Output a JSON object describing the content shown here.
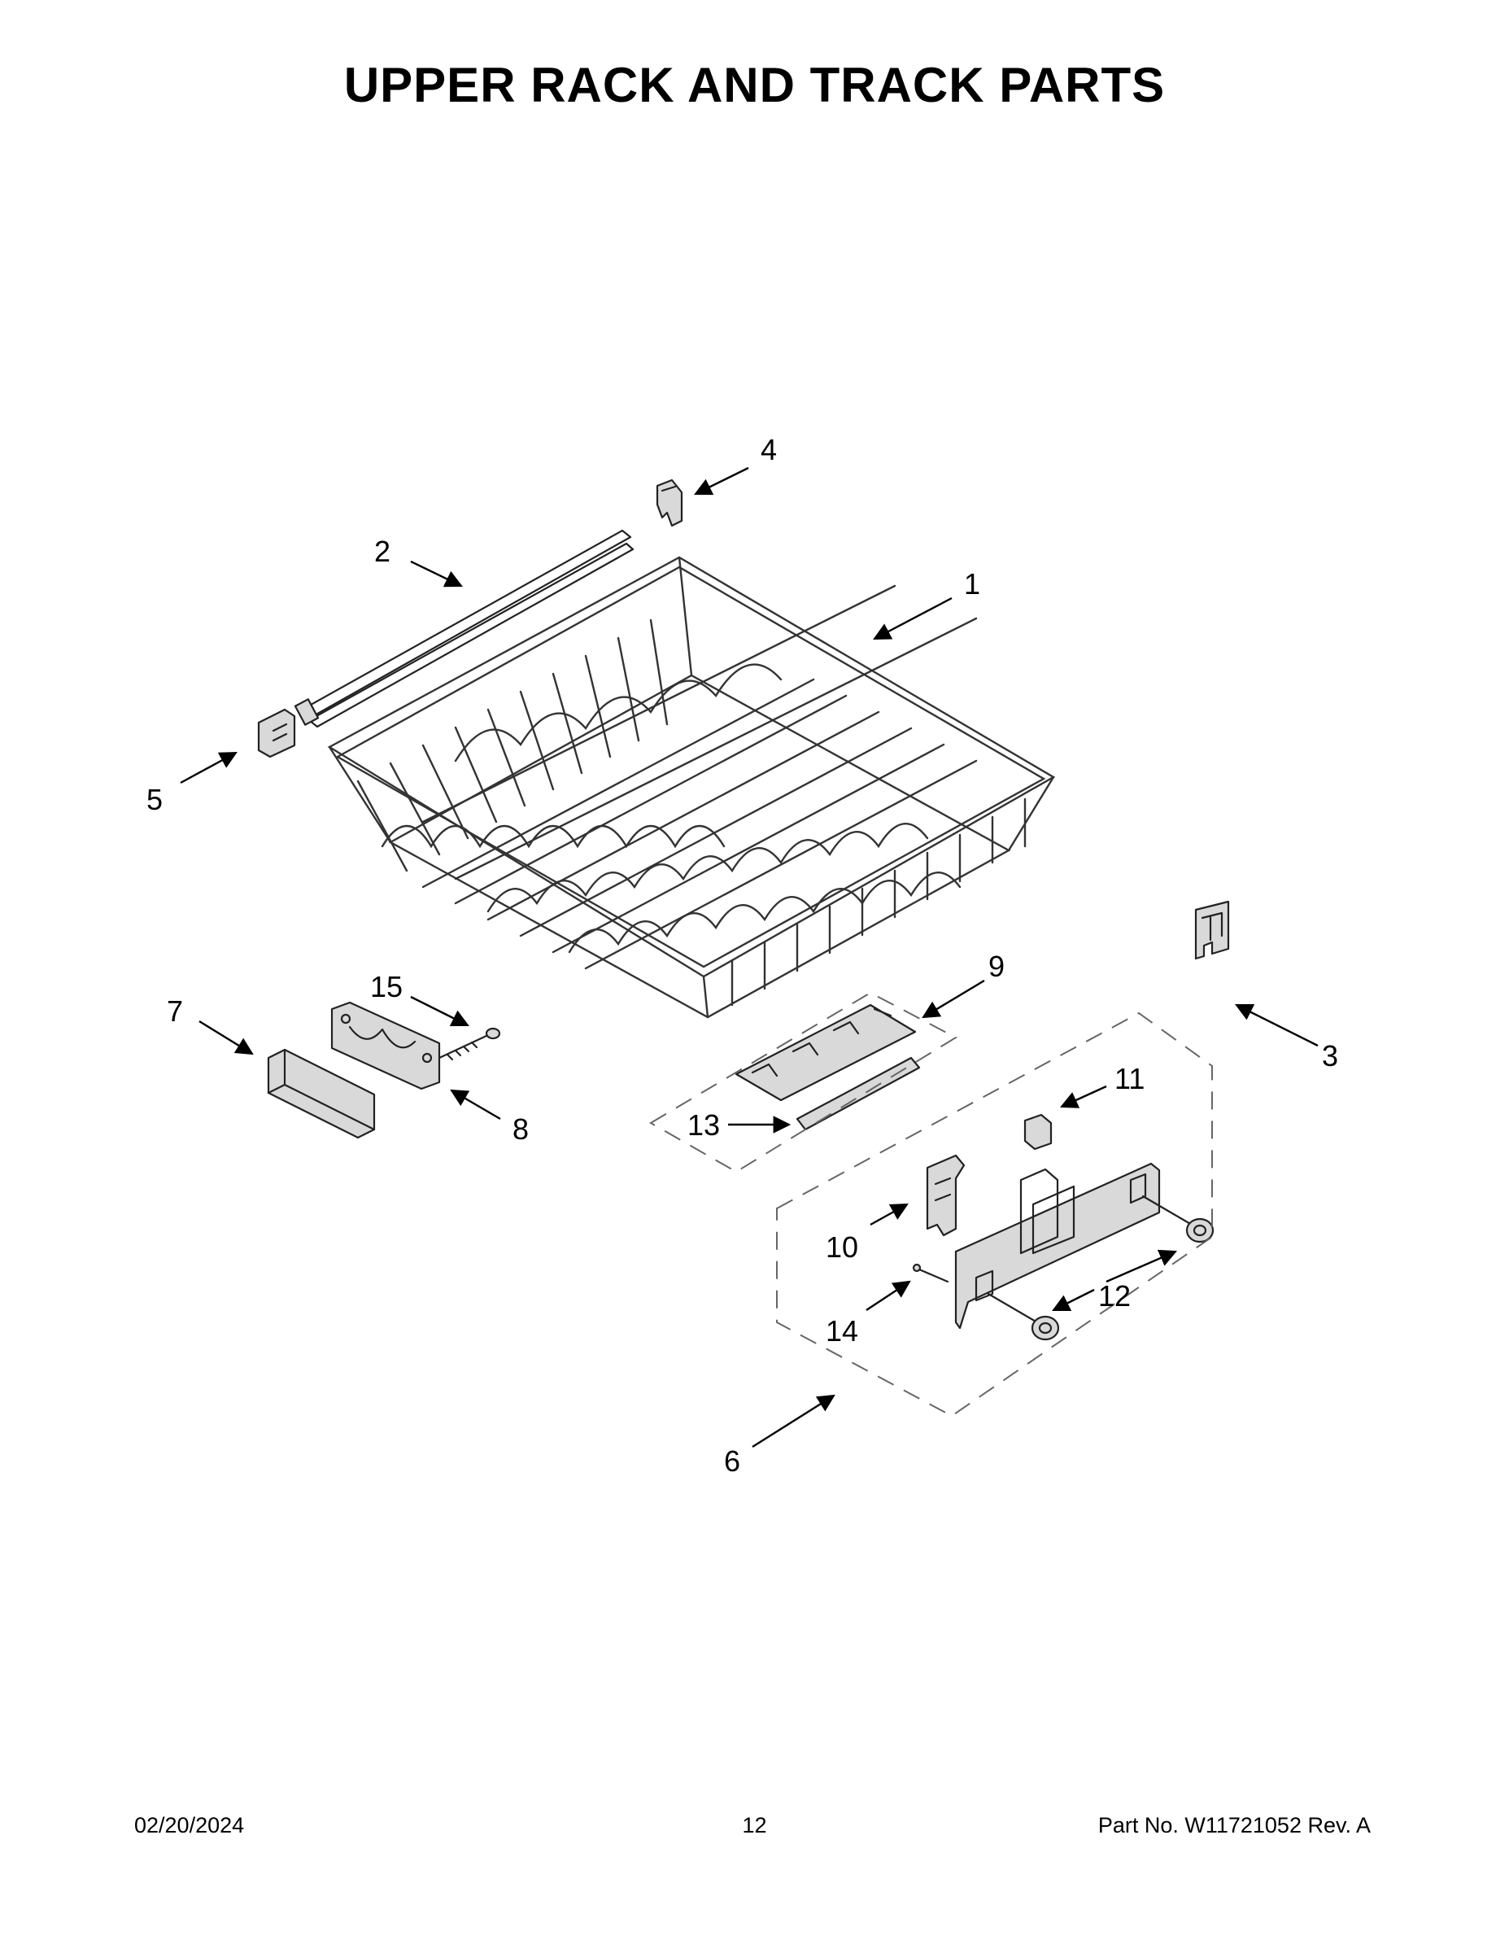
{
  "title": "UPPER RACK AND TRACK PARTS",
  "callouts": [
    "1",
    "2",
    "3",
    "4",
    "5",
    "6",
    "7",
    "8",
    "9",
    "10",
    "11",
    "12",
    "13",
    "14",
    "15"
  ],
  "footer": {
    "date": "02/20/2024",
    "page": "12",
    "part_no": "Part No.  W11721052  Rev.  A"
  }
}
